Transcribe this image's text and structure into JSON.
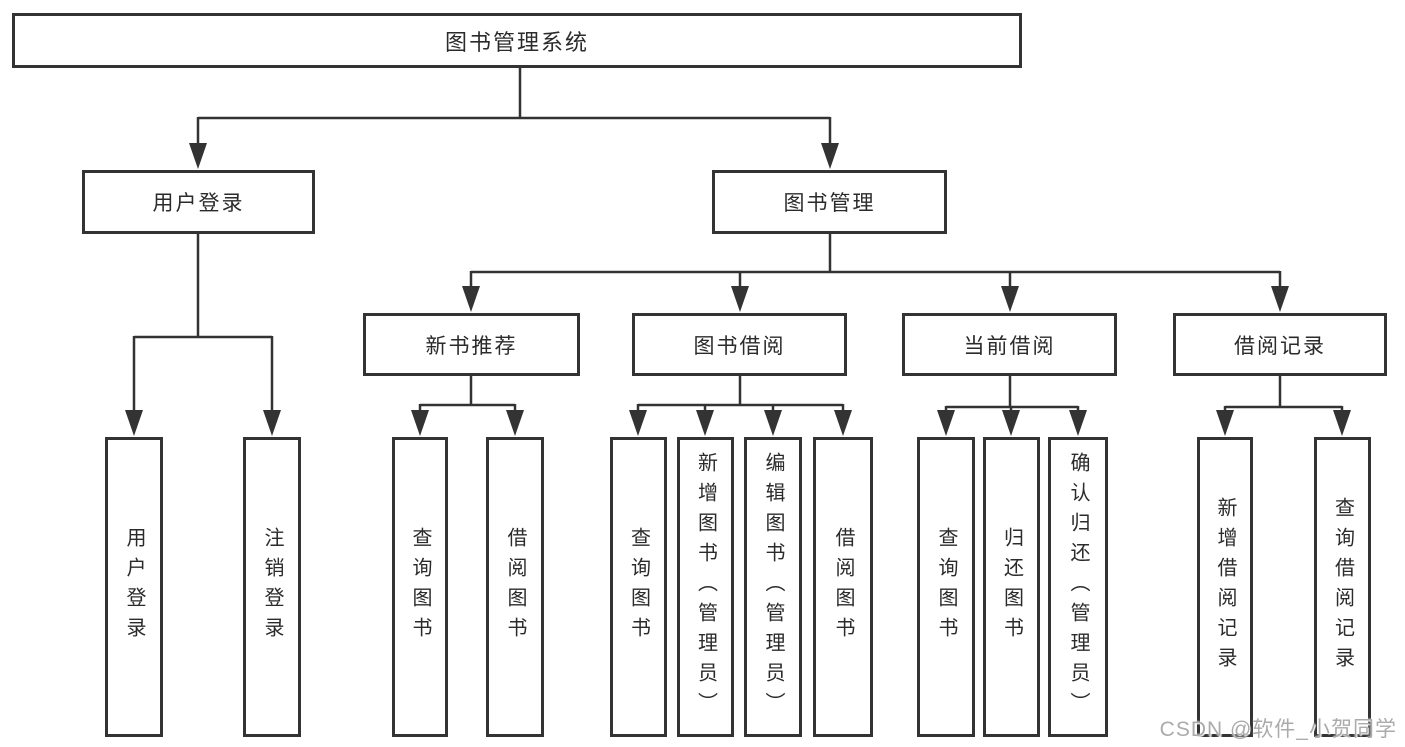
{
  "diagram_title": "图书管理系统",
  "colors": {
    "line": "#333333",
    "border": "#333333",
    "text": "#2b2b2b",
    "watermark": "#ababab",
    "background": "#ffffff"
  },
  "nodes": {
    "root": {
      "label": "图书管理系统"
    },
    "user_login": {
      "label": "用户登录"
    },
    "book_mgmt": {
      "label": "图书管理"
    },
    "new_book_rec": {
      "label": "新书推荐"
    },
    "book_borrow": {
      "label": "图书借阅"
    },
    "current_borrow": {
      "label": "当前借阅"
    },
    "borrow_records": {
      "label": "借阅记录"
    },
    "leaf_user_login": {
      "label": "用户登录"
    },
    "leaf_logout": {
      "label": "注销登录"
    },
    "leaf_nbr_query": {
      "label": "查询图书"
    },
    "leaf_nbr_borrow": {
      "label": "借阅图书"
    },
    "leaf_bb_query": {
      "label": "查询图书"
    },
    "leaf_bb_add": {
      "label": "新增图书（管理员）"
    },
    "leaf_bb_edit": {
      "label": "编辑图书（管理员）"
    },
    "leaf_bb_borrow": {
      "label": "借阅图书"
    },
    "leaf_cb_query": {
      "label": "查询图书"
    },
    "leaf_cb_return": {
      "label": "归还图书"
    },
    "leaf_cb_confirm": {
      "label": "确认归还（管理员）"
    },
    "leaf_br_add": {
      "label": "新增借阅记录"
    },
    "leaf_br_query": {
      "label": "查询借阅记录"
    }
  },
  "hierarchy": {
    "图书管理系统": {
      "用户登录": [
        "用户登录",
        "注销登录"
      ],
      "图书管理": {
        "新书推荐": [
          "查询图书",
          "借阅图书"
        ],
        "图书借阅": [
          "查询图书",
          "新增图书（管理员）",
          "编辑图书（管理员）",
          "借阅图书"
        ],
        "当前借阅": [
          "查询图书",
          "归还图书",
          "确认归还（管理员）"
        ],
        "借阅记录": [
          "新增借阅记录",
          "查询借阅记录"
        ]
      }
    }
  },
  "watermark": {
    "text": "CSDN @软件_小贺同学"
  }
}
